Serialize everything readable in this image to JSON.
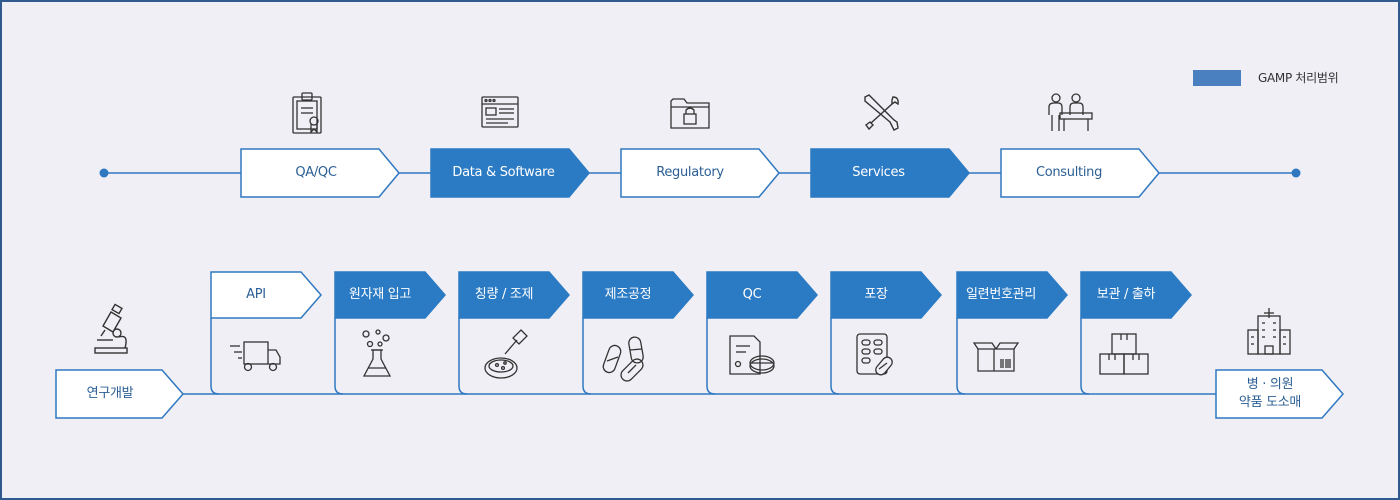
{
  "legend": {
    "label": "GAMP 처리범위",
    "color": "#4a80bf"
  },
  "colors": {
    "accent": "#2b7ac4",
    "line": "#2f78c0",
    "icon": "#333333"
  },
  "top_steps": [
    {
      "label": "QA/QC",
      "in_scope": false,
      "icon": "certificate-clipboard-icon"
    },
    {
      "label": "Data & Software",
      "in_scope": true,
      "icon": "browser-window-icon"
    },
    {
      "label": "Regulatory",
      "in_scope": false,
      "icon": "locked-folder-icon"
    },
    {
      "label": "Services",
      "in_scope": true,
      "icon": "wrench-screwdriver-icon"
    },
    {
      "label": "Consulting",
      "in_scope": false,
      "icon": "people-meeting-icon"
    }
  ],
  "bottom_steps": [
    {
      "label": "API",
      "in_scope": false,
      "icon": "delivery-truck-icon"
    },
    {
      "label": "원자재 입고",
      "in_scope": true,
      "icon": "chemistry-flask-icon"
    },
    {
      "label": "칭량 / 조제",
      "in_scope": true,
      "icon": "petri-dish-dropper-icon"
    },
    {
      "label": "제조공정",
      "in_scope": true,
      "icon": "capsules-icon"
    },
    {
      "label": "QC",
      "in_scope": true,
      "icon": "document-pill-icon"
    },
    {
      "label": "포장",
      "in_scope": true,
      "icon": "blister-pack-icon"
    },
    {
      "label": "일련번호관리",
      "in_scope": true,
      "icon": "open-box-barcode-icon"
    },
    {
      "label": "보관 / 출하",
      "in_scope": true,
      "icon": "stacked-boxes-icon"
    }
  ],
  "start_node": {
    "label": "연구개발",
    "icon": "microscope-icon"
  },
  "end_node": {
    "label_line1": "병 · 의원",
    "label_line2": "약품 도소매",
    "icon": "hospital-building-icon"
  }
}
